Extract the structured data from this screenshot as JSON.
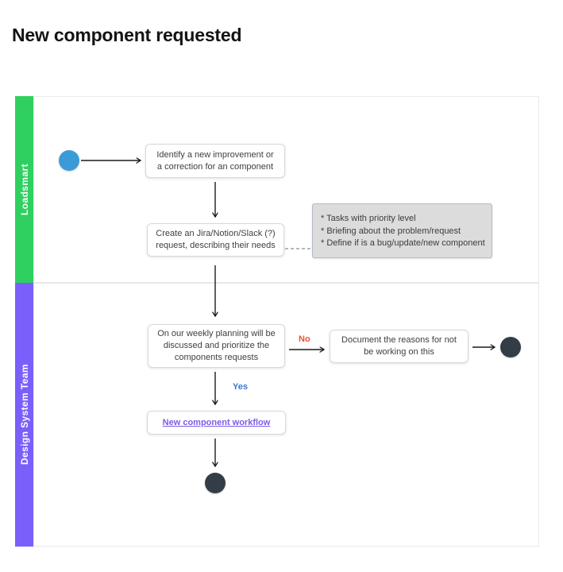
{
  "page": {
    "title": "New component requested"
  },
  "lanes": [
    {
      "label": "Loadsmart",
      "color": "#2fd05f"
    },
    {
      "label": "Design System Team",
      "color": "#7b5ffb"
    }
  ],
  "nodes": {
    "identify": {
      "text": "Identify a new improvement or a correction for an component"
    },
    "create_request": {
      "text": "Create an Jira/Notion/Slack (?) request, describing their needs"
    },
    "note": {
      "lines": [
        "* Tasks with priority level",
        "* Briefing about the problem/request",
        "* Define if is a bug/update/new component"
      ]
    },
    "weekly_planning": {
      "text": "On our weekly planning will be discussed and prioritize the components requests"
    },
    "document_reasons": {
      "text": "Document the reasons for not be working on this"
    },
    "workflow_link": {
      "text": "New component workflow"
    }
  },
  "edges": {
    "no_label": "No",
    "yes_label": "Yes"
  },
  "colors": {
    "lane_loadsmart": "#2fd05f",
    "lane_design_system_team": "#7b5ffb",
    "start_node": "#3b9bd8",
    "end_node": "#333d47",
    "no_label": "#e8552e",
    "yes_label": "#3778d0",
    "link_text": "#7b5ce6",
    "note_background": "#dcdcdc"
  }
}
